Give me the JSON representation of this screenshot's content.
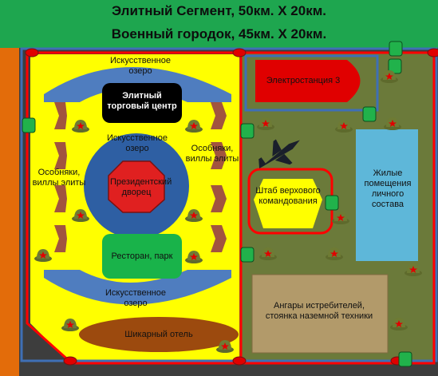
{
  "header": {
    "line1": "Элитный Сегмент, 50км. X 20км.",
    "line2": "Военный городок, 45км. X 20км."
  },
  "elite_zone": {
    "lake_top": "Искусственное озеро",
    "mall": "Элитный торговый центр",
    "lake_mid": "Искусственное озеро",
    "villas_left": "Особняки, виллы элиты",
    "villas_right": "Особняки, виллы элиты",
    "palace": "Президентский дворец",
    "restaurant": "Ресторан, парк",
    "lake_bottom": "Искусственное озеро",
    "hotel": "Шикарный отель"
  },
  "military_zone": {
    "power_plant": "Электростанция 3",
    "hq": "Штаб верхового командования",
    "barracks": "Жилые помещения личного состава",
    "hangars": "Ангары истребителей, стоянка наземной техники"
  },
  "colors": {
    "header_bg": "#1ea64f",
    "left_strip": "#e36c0a",
    "elite_bg": "#ffff00",
    "military_bg": "#6b7a3a",
    "lake": "#4f7dbf",
    "outer_border": "#3f6fb5",
    "red_wall": "#ff0000",
    "barracks": "#5eb7d9",
    "hangars": "#b29a6a",
    "hotel": "#9c4a0e",
    "restaurant": "#19b34a",
    "mall": "#000000",
    "palace": "#e02020",
    "circle_outer": "#2e5fa3"
  }
}
